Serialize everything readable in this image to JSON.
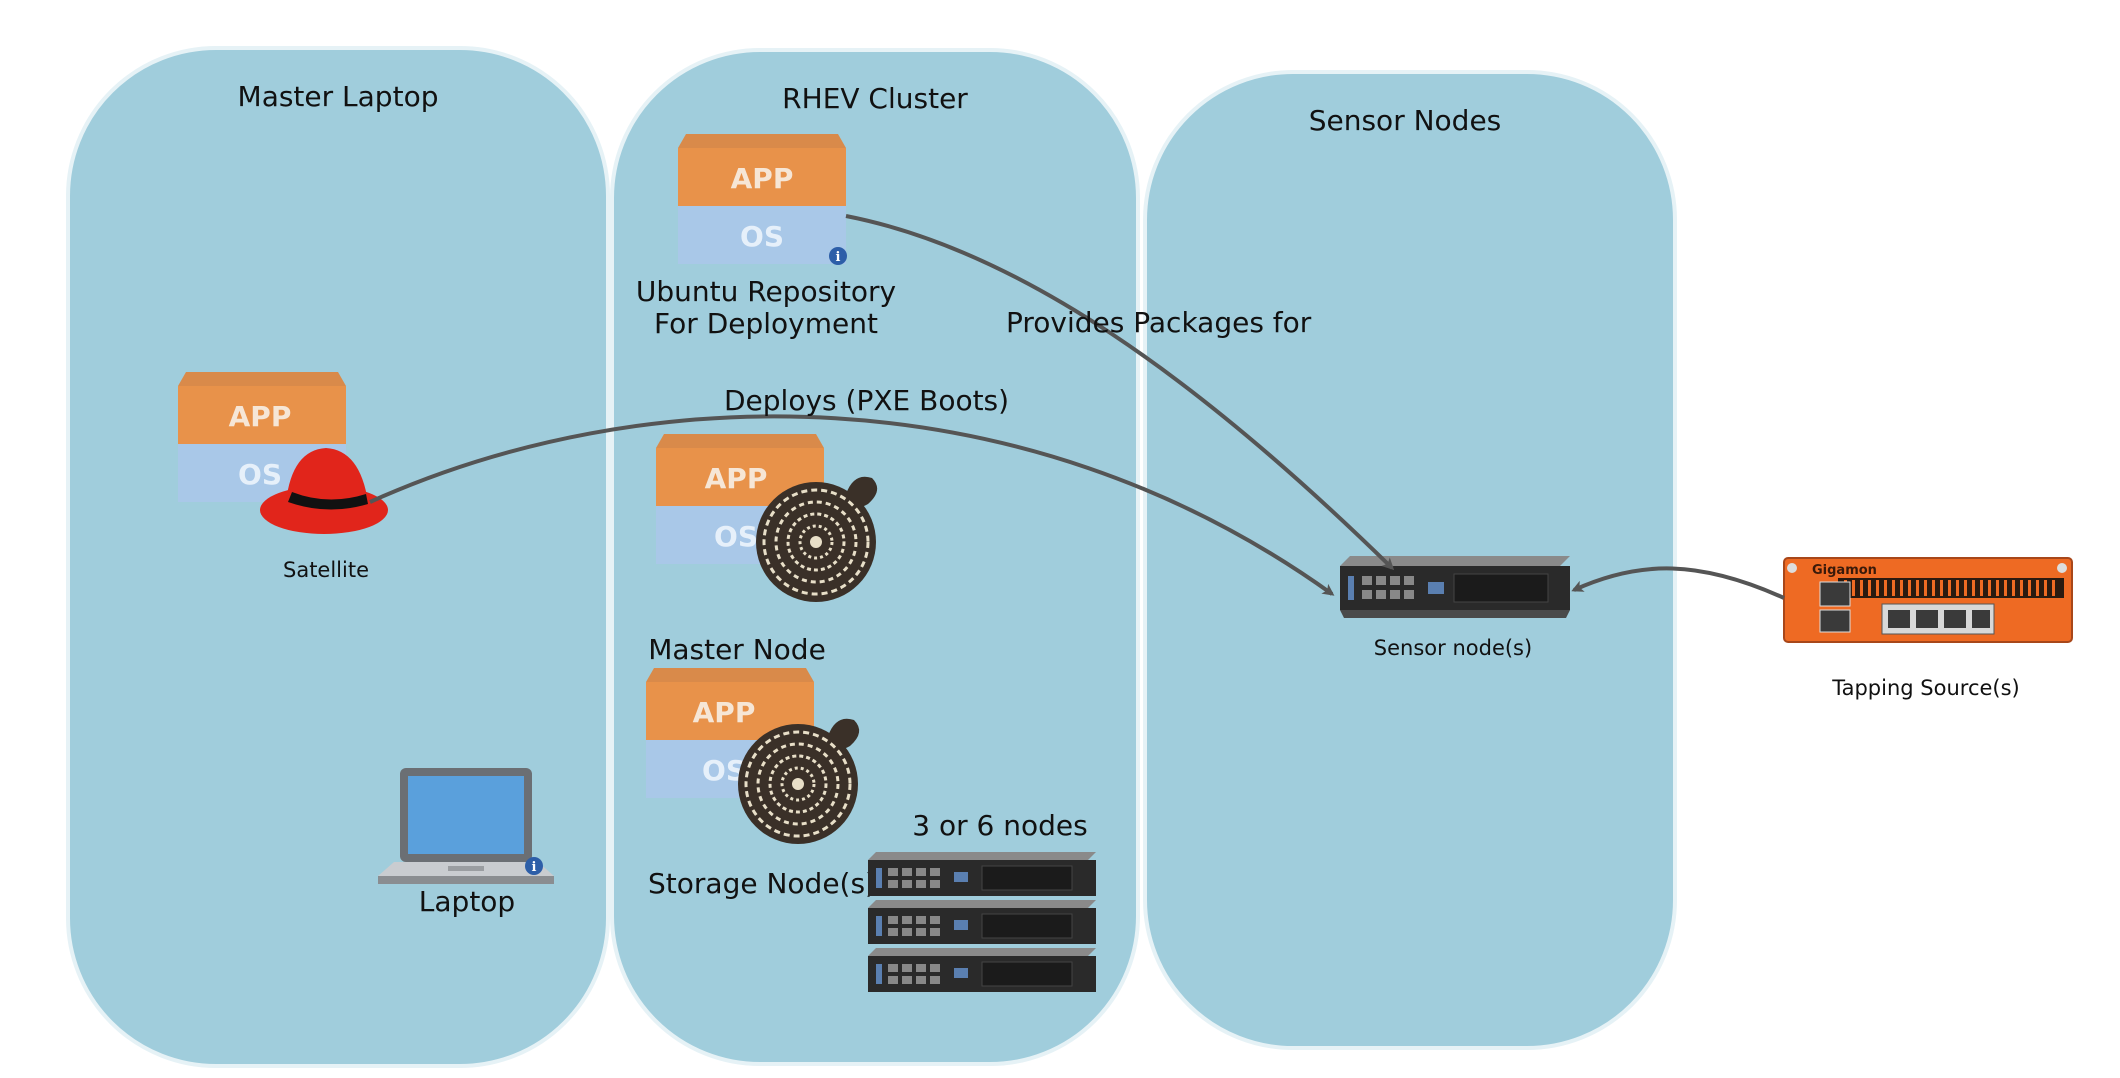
{
  "zones": [
    {
      "title": "Master Laptop"
    },
    {
      "title": "RHEV Cluster"
    },
    {
      "title": "Sensor Nodes"
    }
  ],
  "nodes": {
    "ubuntu_repo": {
      "line1": "Ubuntu Repository",
      "line2": "For Deployment",
      "app": "APP",
      "os": "OS"
    },
    "satellite": {
      "label": "Satellite",
      "app": "APP",
      "os": "OS"
    },
    "vm_middle": {
      "app": "APP",
      "os": "OS"
    },
    "master_node": {
      "label": "Master Node",
      "app": "APP",
      "os": "OS"
    },
    "storage_nodes": {
      "label": "Storage Node(s)"
    },
    "node_count": {
      "label": "3 or 6 nodes"
    },
    "laptop": {
      "label": "Laptop"
    },
    "sensor_node": {
      "label": "Sensor node(s)"
    },
    "tapping_source": {
      "label": "Tapping Source(s)",
      "brand": "Gigamon"
    }
  },
  "edges": [
    {
      "from": "ubuntu_repo",
      "to": "sensor_node",
      "label": "Provides Packages for"
    },
    {
      "from": "satellite",
      "to": "sensor_node",
      "label": "Deploys (PXE Boots)"
    },
    {
      "from": "tapping_source",
      "to": "sensor_node",
      "label": ""
    }
  ],
  "colors": {
    "zone_fill": "#a0cddc",
    "app_layer": "#e8924a",
    "os_layer": "#a9c8e8",
    "arrow": "#555555",
    "redhat": "#e1251b",
    "gigamon": "#ee6a23"
  }
}
